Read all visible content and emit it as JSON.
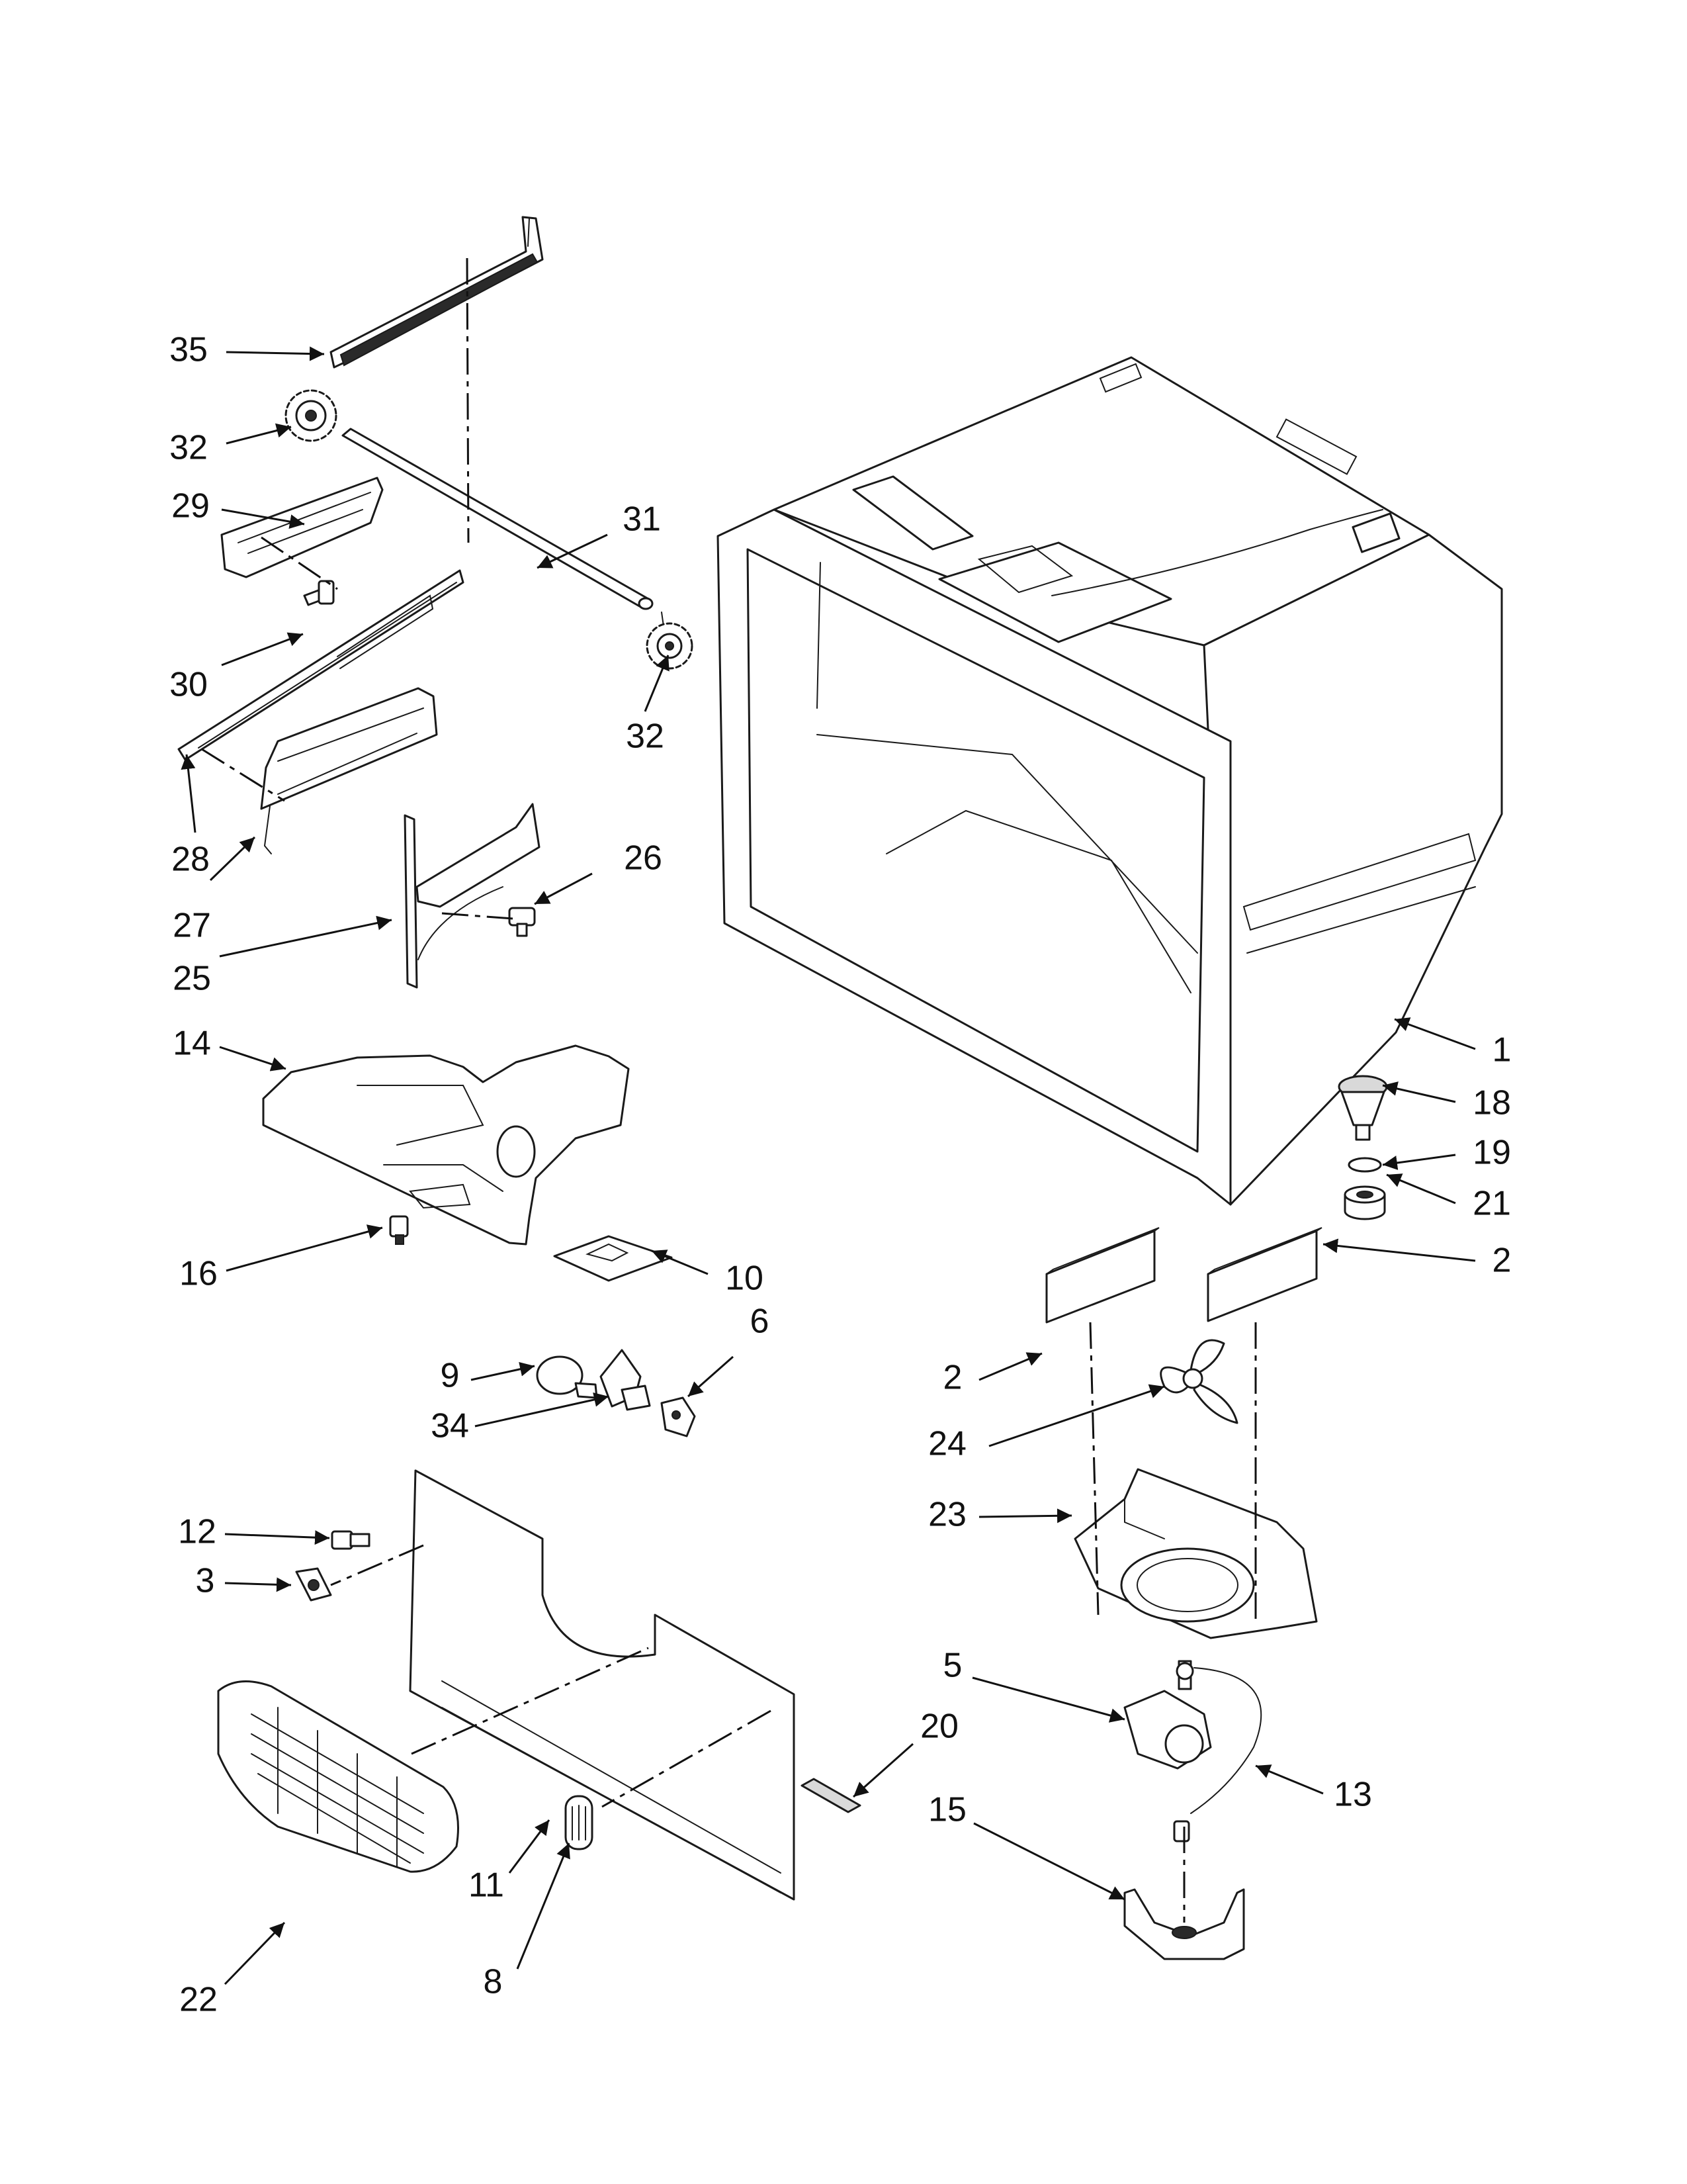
{
  "callouts": {
    "1": "1",
    "2": "2",
    "3": "3",
    "5": "5",
    "6": "6",
    "8": "8",
    "9": "9",
    "10": "10",
    "11": "11",
    "12": "12",
    "13": "13",
    "14": "14",
    "15": "15",
    "16": "16",
    "18": "18",
    "19": "19",
    "20": "20",
    "21": "21",
    "22": "22",
    "23": "23",
    "24": "24",
    "25": "25",
    "26": "26",
    "27": "27",
    "28": "28",
    "29": "29",
    "30": "30",
    "31": "31",
    "32": "32",
    "34": "34",
    "35": "35"
  }
}
